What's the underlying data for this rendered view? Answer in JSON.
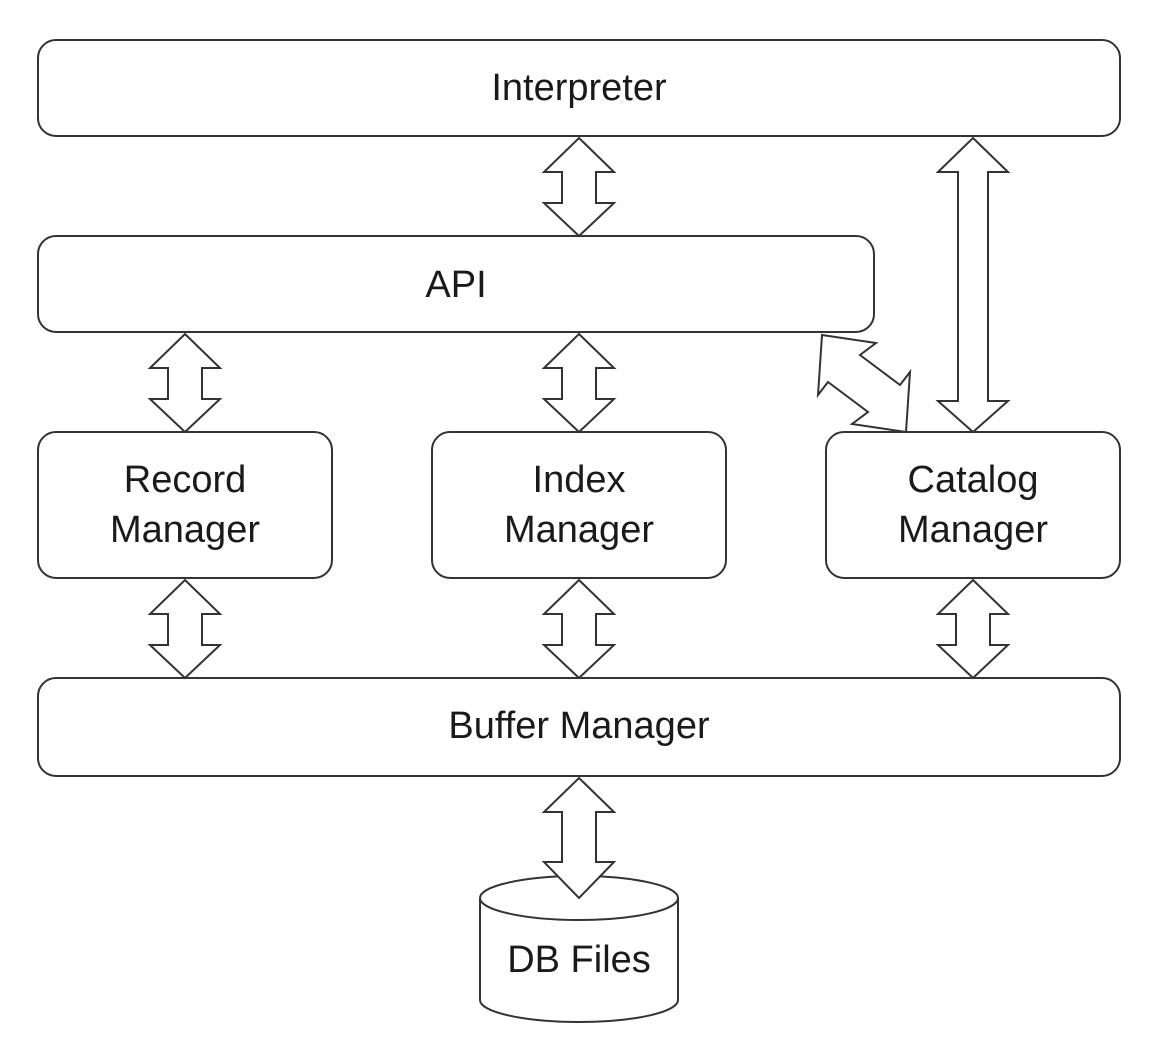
{
  "diagram": {
    "interpreter": {
      "label": "Interpreter"
    },
    "api": {
      "label": "API"
    },
    "record_manager": {
      "line1": "Record",
      "line2": "Manager"
    },
    "index_manager": {
      "line1": "Index",
      "line2": "Manager"
    },
    "catalog_manager": {
      "line1": "Catalog",
      "line2": "Manager"
    },
    "buffer_manager": {
      "label": "Buffer Manager"
    },
    "db_files": {
      "label": "DB Files"
    }
  },
  "colors": {
    "stroke": "#333333",
    "fill": "#ffffff",
    "text": "#1a1a1a"
  }
}
